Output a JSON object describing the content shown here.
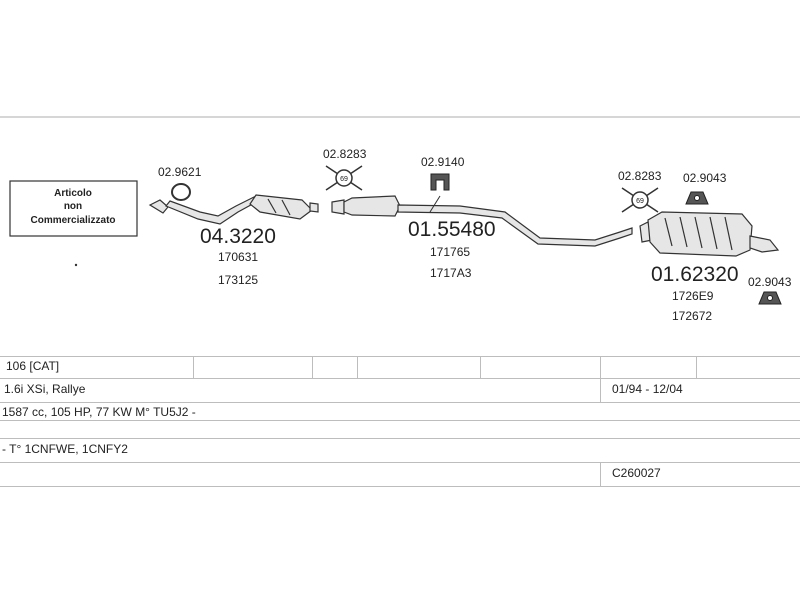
{
  "note_box": {
    "lines": [
      "Articolo",
      "non",
      "Commercializzato"
    ]
  },
  "parts": {
    "gasket_1": "02.9621",
    "front_pipe": "04.3220",
    "front_pipe_oem": [
      "170631",
      "173125"
    ],
    "clamp_1": "02.8283",
    "clamp_1_badge": "69",
    "hanger_1": "02.9140",
    "middle_silencer": "01.55480",
    "middle_silencer_oem": [
      "171765",
      "1717A3"
    ],
    "clamp_2": "02.8283",
    "clamp_2_badge": "69",
    "hanger_2": "02.9043",
    "rear_silencer": "01.62320",
    "rear_silencer_oem": [
      "1726E9",
      "172672"
    ],
    "hanger_3": "02.9043"
  },
  "table": {
    "model": "106  [CAT]",
    "version": "1.6i XSi, Rallye",
    "dates": "01/94 - 12/04",
    "engine": "1587 cc, 105 HP, 77 KW M° TU5J2 -",
    "type": "- T° 1CNFWE, 1CNFY2",
    "code": "C260027"
  }
}
